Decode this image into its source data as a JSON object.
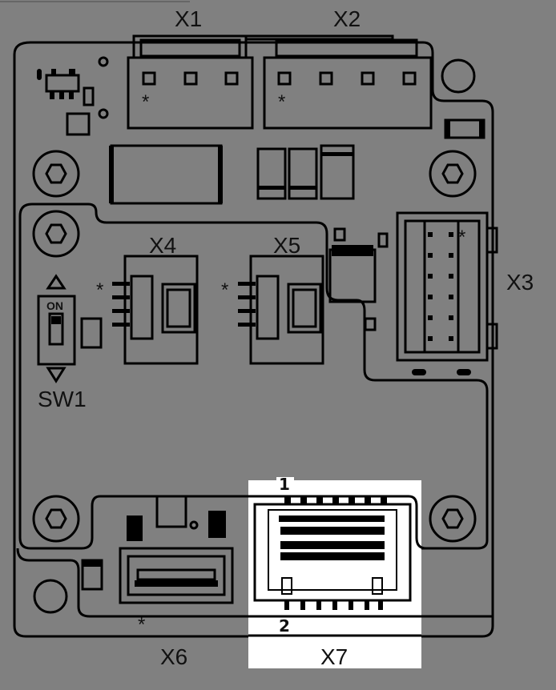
{
  "board": {
    "background": "#808080",
    "highlight": "#ffffff"
  },
  "labels": {
    "x1": "X1",
    "x2": "X2",
    "x3": "X3",
    "x4": "X4",
    "x5": "X5",
    "x6": "X6",
    "x7": "X7",
    "sw1": "SW1",
    "sw1_on": "ON"
  },
  "pin_markers": {
    "pin1": "1",
    "pin2": "2",
    "first_pin": "*"
  }
}
